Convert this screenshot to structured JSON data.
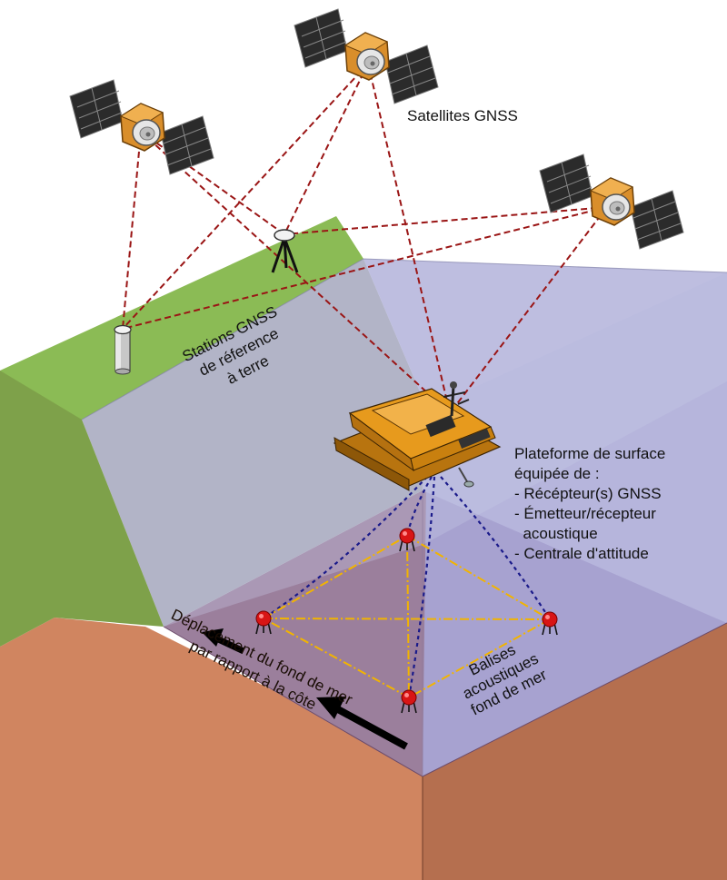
{
  "labels": {
    "satellites": "Satellites GNSS",
    "stations": [
      "Stations GNSS",
      "de réference",
      "à terre"
    ],
    "platform": [
      "Plateforme de surface",
      "équipée de :",
      "- Récépteur(s) GNSS",
      "- Émetteur/récepteur",
      "  acoustique",
      "- Centrale d'attitude"
    ],
    "beacons": [
      "Balises",
      "acoustiques",
      "fond de mer"
    ],
    "motion": [
      "Déplacement du fond de mer",
      "par rapport à la côte"
    ]
  },
  "colors": {
    "land_green": "#8bbb55",
    "land_green_side": "#7ea14a",
    "sea_water": "#b6b5dc",
    "seabed_sediment": "#d08560",
    "seabed_purple": "#9b7f9c",
    "gnss_signal": "#9a1515",
    "acoustic_signal": "#1a1a8a",
    "beacon_baseline": "#f2b400",
    "beacon": "#d01010",
    "platform": "#e79a1d"
  },
  "icons": [
    "satellite-icon",
    "tripod-antenna-icon",
    "reference-pillar-icon",
    "surface-platform-icon",
    "acoustic-beacon-icon",
    "arrow-left-icon"
  ]
}
